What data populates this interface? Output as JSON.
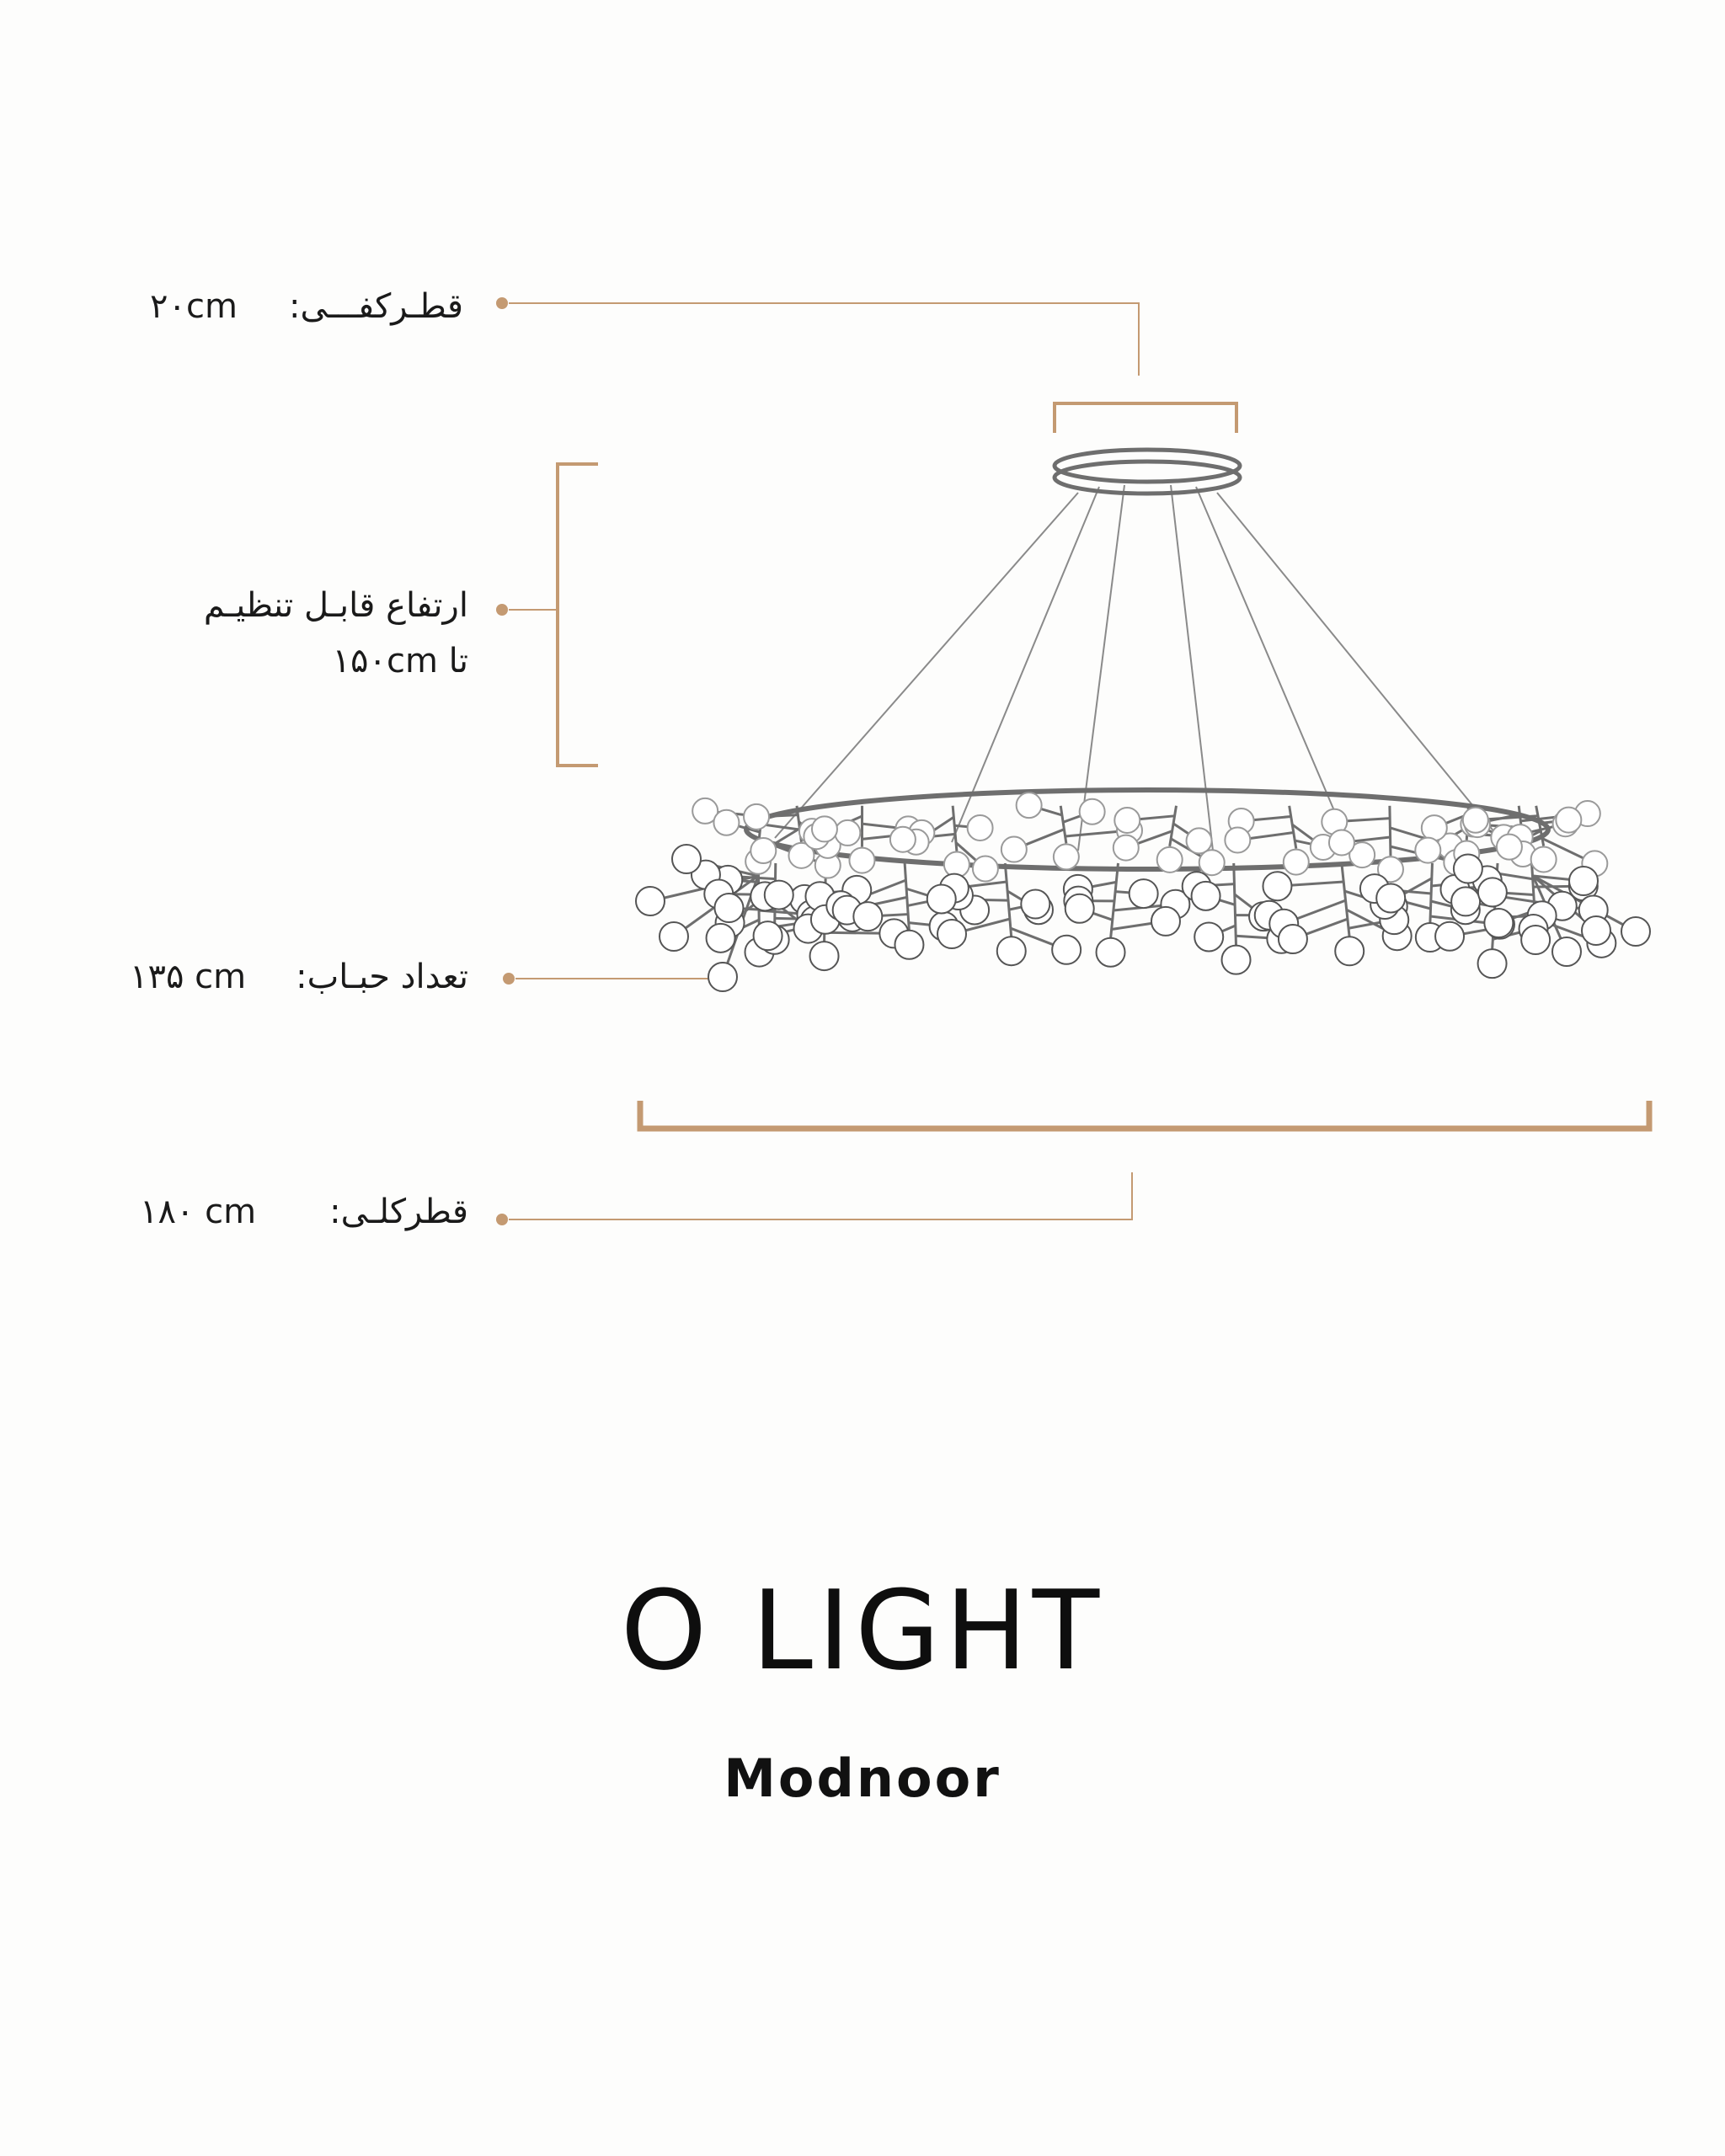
{
  "colors": {
    "accent": "#c49a72",
    "fixture": "#6e6e6e",
    "bulb_stroke": "#555555",
    "text": "#1a1a1a"
  },
  "specs": {
    "canopy": {
      "label": "قطـرکفـــی:",
      "value": "۲۰cm"
    },
    "height": {
      "label_line1": "ارتفاع قابـل تنظیـم",
      "label_line2": "تا ۱۵۰cm"
    },
    "bulbs": {
      "label": "تعداد حبـاب:",
      "value": "۱۳۵ cm"
    },
    "diameter": {
      "label": "قطرکلـی:",
      "value": "۱۸۰ cm"
    }
  },
  "product": {
    "name": "O LIGHT",
    "brand": "Modnoor"
  }
}
